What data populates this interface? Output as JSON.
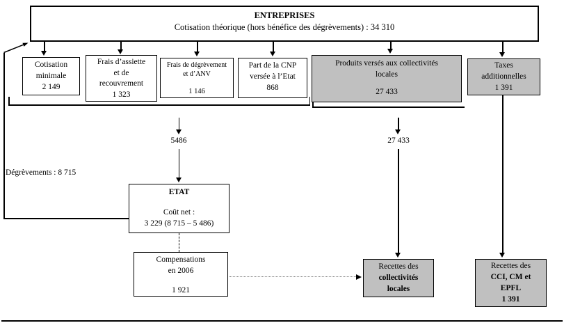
{
  "figure": {
    "entreprises": {
      "title": "ENTREPRISES",
      "subtitle": "Cotisation théorique (hors bénéfice des dégrèvements) : 34 310"
    },
    "cotisation_minimale": {
      "line1": "Cotisation",
      "line2": "minimale",
      "value": "2 149"
    },
    "frais_assiette": {
      "line1": "Frais d’assiette",
      "line2": "et de",
      "line3": "recouvrement",
      "value": "1 323"
    },
    "frais_degrevement": {
      "line1": "Frais de dégrèvement",
      "line2": "et d’ANV",
      "value": "1 146"
    },
    "part_cnp": {
      "line1": "Part de la CNP",
      "line2": "versée à l’Etat",
      "value": "868"
    },
    "produits_collectivites": {
      "line1": "Produits versés aux collectivités",
      "line2": "locales",
      "value": "27 433"
    },
    "taxes_additionnelles": {
      "line1": "Taxes",
      "line2": "additionnelles",
      "value": "1 391"
    },
    "flow_to_etat": "5486",
    "flow_to_collectivites": "27 433",
    "degrevements_label": "Dégrèvements : 8 715",
    "etat": {
      "title": "ETAT",
      "line1": "Coût net :",
      "line2": "3 229 (8 715 – 5 486)"
    },
    "compensations": {
      "line1": "Compensations",
      "line2": "en 2006",
      "value": "1 921"
    },
    "recettes_collectivites": {
      "line1": "Recettes des",
      "line2": "collectivités",
      "line3": "locales"
    },
    "recettes_cci": {
      "line1": "Recettes des",
      "line2": "CCI, CM et",
      "line3": "EPFL",
      "value": "1 391"
    }
  },
  "colors": {
    "gray_box_fill": "#c0c0c0",
    "line": "#000000",
    "background": "#ffffff"
  }
}
